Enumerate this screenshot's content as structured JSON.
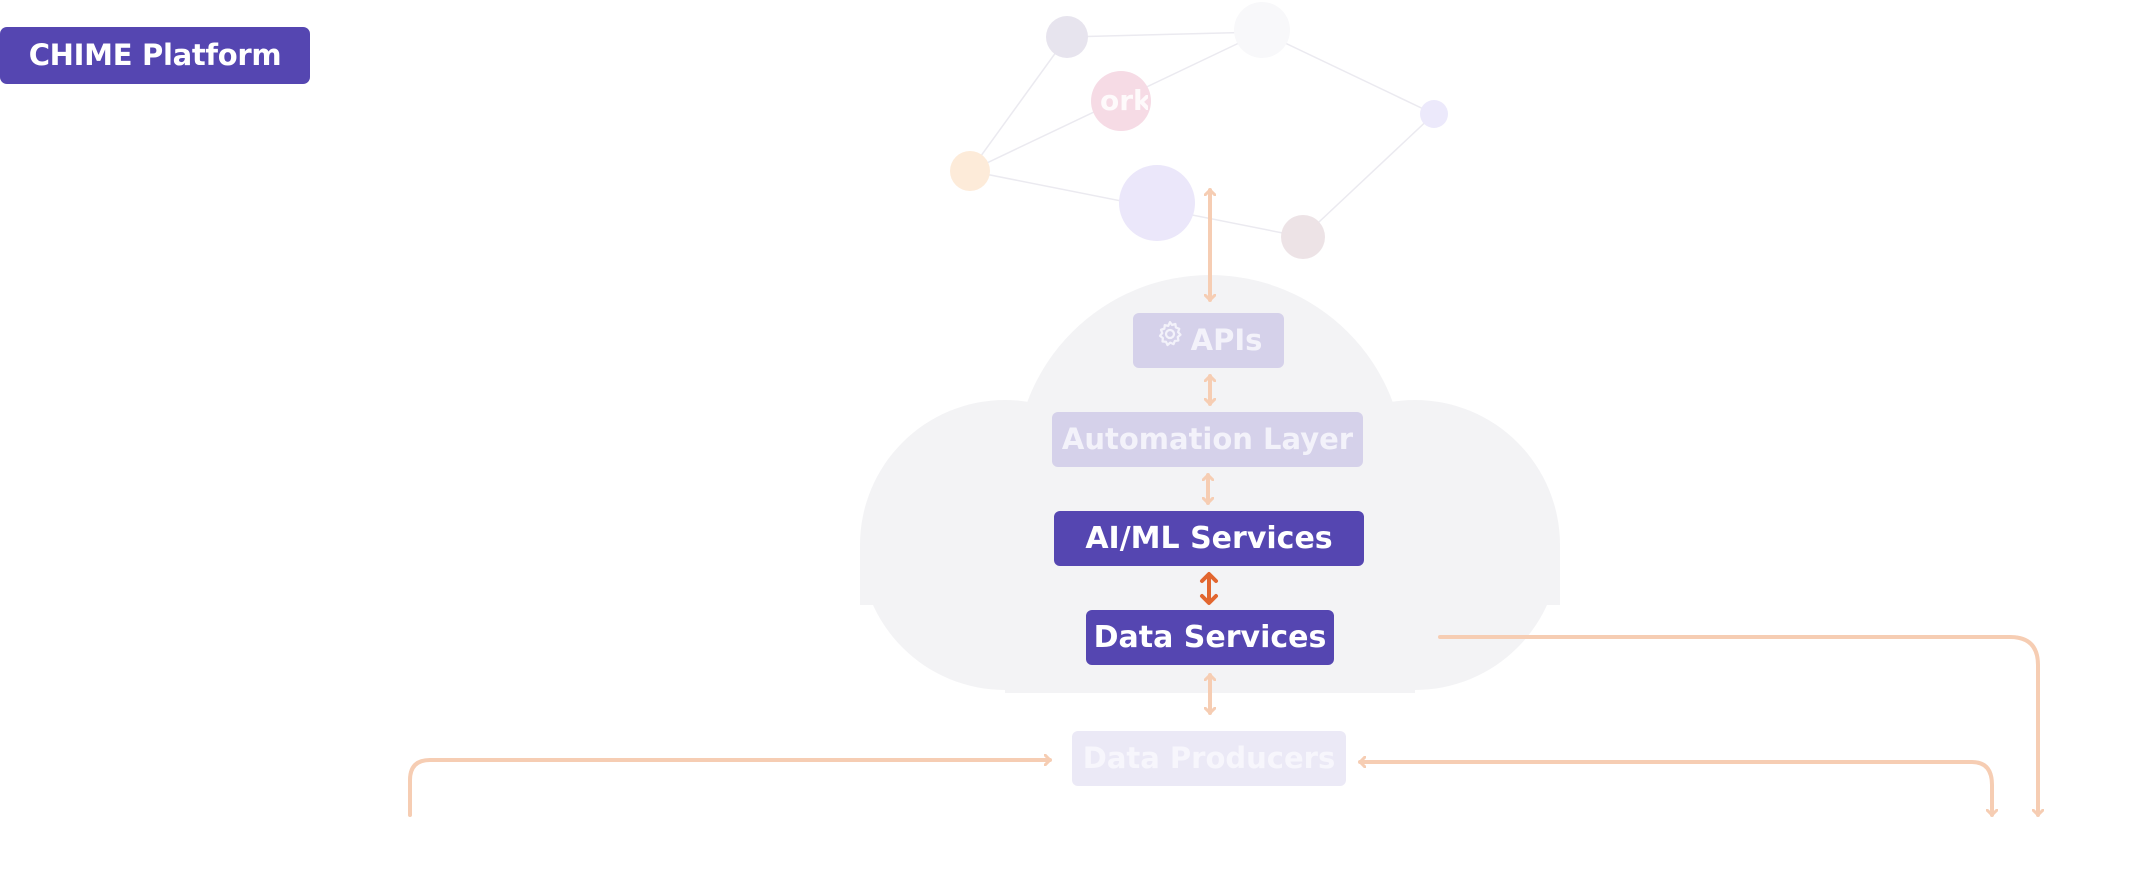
{
  "platform_badge": "CHIME Platform",
  "layers": {
    "apis": "APIs",
    "automation": "Automation Layer",
    "aiml": "AI/ML Services",
    "data_services": "Data Services",
    "data_producers": "Data Producers"
  },
  "network_node_label": "ork",
  "icons": {
    "apis": "gear-icon"
  },
  "colors": {
    "primary": "#5546b1",
    "faded_box": "#d5d1ea",
    "arrow_faded": "#f6cdb3",
    "arrow_active": "#e2662f",
    "cloud": "#f3f3f5"
  }
}
